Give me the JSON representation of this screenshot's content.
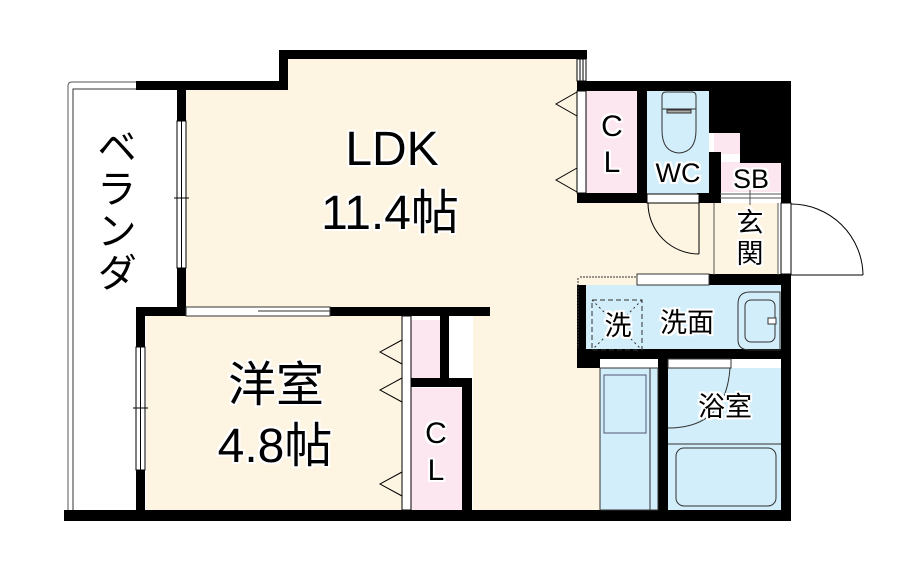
{
  "floorplan": {
    "colors": {
      "wall": "#000000",
      "living_floor": "#fdf4e2",
      "closet": "#fce6ef",
      "wet_area": "#d2eefa",
      "balcony": "#ffffff"
    },
    "rooms": {
      "balcony": {
        "label": "ベランダ"
      },
      "ldk": {
        "name": "LDK",
        "size": "11.4帖"
      },
      "western_room": {
        "name": "洋室",
        "size": "4.8帖"
      },
      "closet_ldk": {
        "line1": "C",
        "line2": "L"
      },
      "closet_western": {
        "line1": "C",
        "line2": "L"
      },
      "toilet": {
        "label": "WC"
      },
      "shoe_box": {
        "label": "SB"
      },
      "entrance": {
        "label": "玄関"
      },
      "washroom": {
        "label": "洗面"
      },
      "washer_space": {
        "label": "洗"
      },
      "bathroom": {
        "label": "浴室"
      }
    }
  }
}
